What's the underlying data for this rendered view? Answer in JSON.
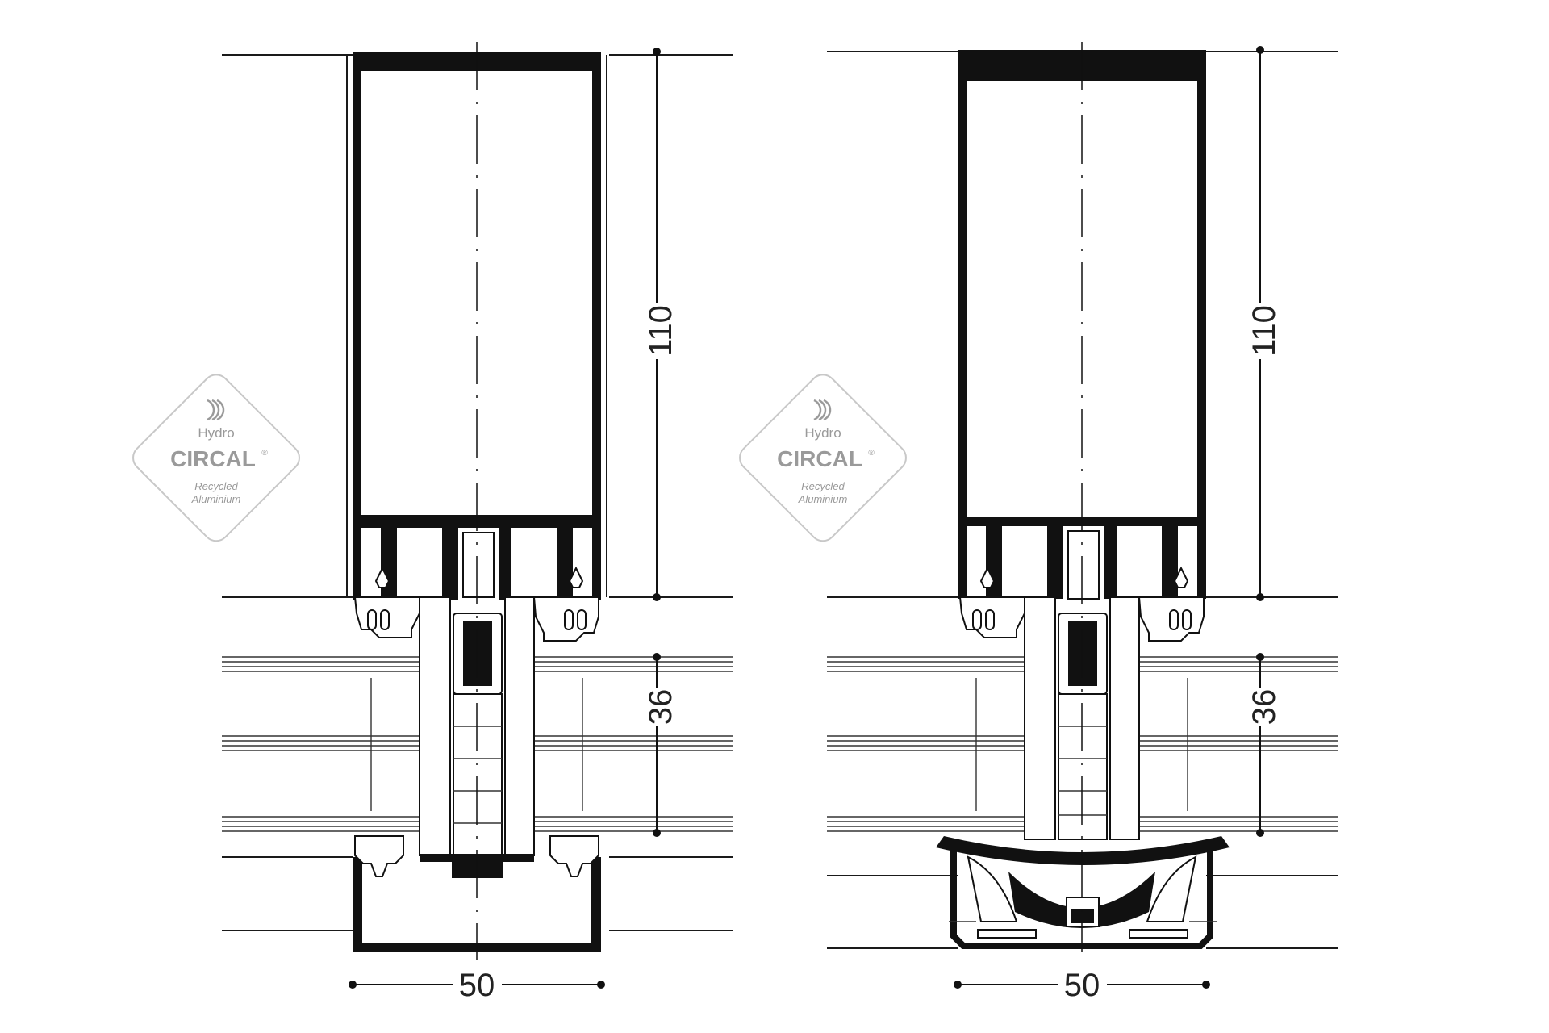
{
  "details": [
    {
      "id": "left",
      "dimensions": {
        "depth": "110",
        "glass": "36",
        "width": "50"
      },
      "logo": {
        "brand": "Hydro",
        "product": "CIRCAL",
        "registered": "®",
        "line1": "Recycled",
        "line2": "Aluminium"
      }
    },
    {
      "id": "right",
      "dimensions": {
        "depth": "110",
        "glass": "36",
        "width": "50"
      },
      "logo": {
        "brand": "Hydro",
        "product": "CIRCAL",
        "registered": "®",
        "line1": "Recycled",
        "line2": "Aluminium"
      }
    }
  ],
  "colors": {
    "line": "#111111",
    "logo": "#9a9a9a",
    "background": "#ffffff"
  }
}
